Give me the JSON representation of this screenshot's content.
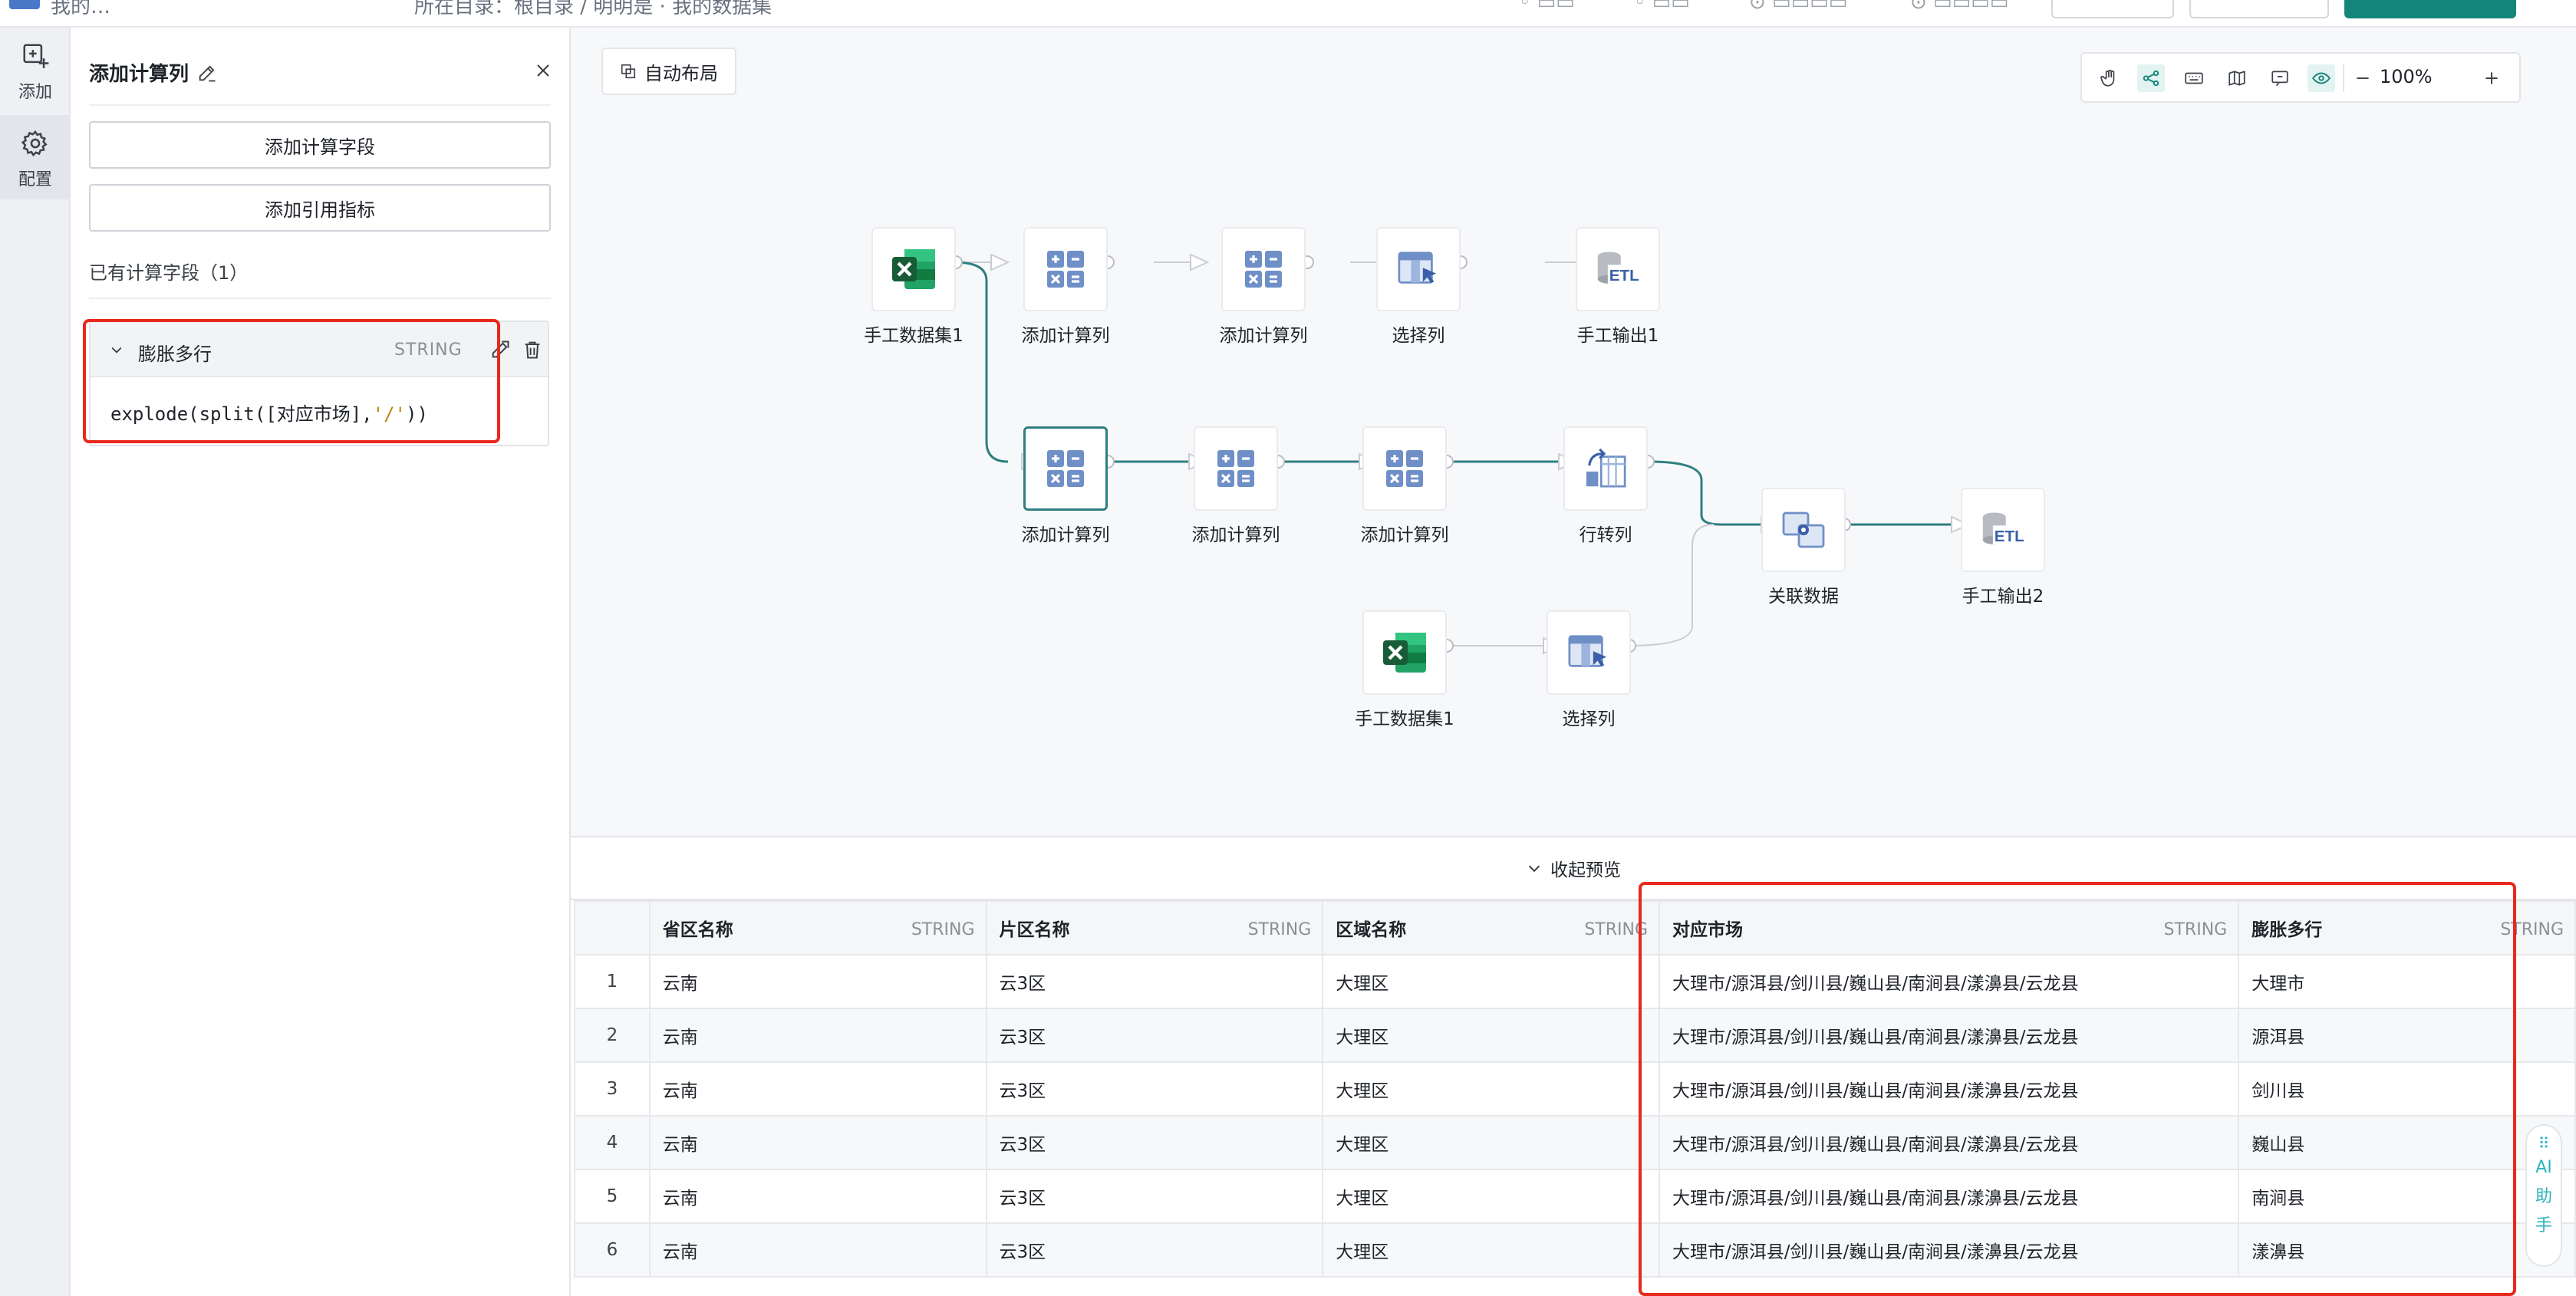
{
  "topbar": {
    "crumb1": "我的… ",
    "crumb2": "所在目录：根目录 / 明明是 · 我的数据集"
  },
  "rail": {
    "add_label": "添加",
    "config_label": "配置"
  },
  "panel": {
    "title": "添加计算列",
    "add_calc_field": "添加计算字段",
    "add_ref_metric": "添加引用指标",
    "existing_fields": "已有计算字段（1）",
    "field": {
      "name": "膨胀多行",
      "type": "STRING",
      "expr_a": "explode(split([对应市场],",
      "expr_str": "'/'",
      "expr_b": "))"
    }
  },
  "canvas": {
    "auto_layout": "自动布局",
    "zoom": "100%",
    "nodes": {
      "n1": "手工数据集1",
      "n2": "添加计算列",
      "n3": "添加计算列",
      "n4": "选择列",
      "n5": "手工输出1",
      "n6": "添加计算列",
      "n7": "添加计算列",
      "n8": "添加计算列",
      "n9": "行转列",
      "n10": "关联数据",
      "n11": "手工输出2",
      "n12": "手工数据集1",
      "n13": "选择列"
    }
  },
  "preview": {
    "collapse": "收起预览",
    "columns": [
      {
        "name": "省区名称",
        "type": "STRING"
      },
      {
        "name": "片区名称",
        "type": "STRING"
      },
      {
        "name": "区域名称",
        "type": "STRING"
      },
      {
        "name": "对应市场",
        "type": "STRING"
      },
      {
        "name": "膨胀多行",
        "type": "STRING"
      }
    ],
    "rows": [
      {
        "i": "1",
        "c1": "云南",
        "c2": "云3区",
        "c3": "大理区",
        "c4": "大理市/源洱县/剑川县/巍山县/南涧县/漾濞县/云龙县",
        "c5": "大理市"
      },
      {
        "i": "2",
        "c1": "云南",
        "c2": "云3区",
        "c3": "大理区",
        "c4": "大理市/源洱县/剑川县/巍山县/南涧县/漾濞县/云龙县",
        "c5": "源洱县"
      },
      {
        "i": "3",
        "c1": "云南",
        "c2": "云3区",
        "c3": "大理区",
        "c4": "大理市/源洱县/剑川县/巍山县/南涧县/漾濞县/云龙县",
        "c5": "剑川县"
      },
      {
        "i": "4",
        "c1": "云南",
        "c2": "云3区",
        "c3": "大理区",
        "c4": "大理市/源洱县/剑川县/巍山县/南涧县/漾濞县/云龙县",
        "c5": "巍山县"
      },
      {
        "i": "5",
        "c1": "云南",
        "c2": "云3区",
        "c3": "大理区",
        "c4": "大理市/源洱县/剑川县/巍山县/南涧县/漾濞县/云龙县",
        "c5": "南涧县"
      },
      {
        "i": "6",
        "c1": "云南",
        "c2": "云3区",
        "c3": "大理区",
        "c4": "大理市/源洱县/剑川县/巍山县/南涧县/漾濞县/云龙县",
        "c5": "漾濞县"
      }
    ]
  },
  "ai": {
    "l1": "AI",
    "l2": "助",
    "l3": "手"
  },
  "colors": {
    "accent": "#14857a",
    "highlight": "#e8281c",
    "edge_active": "#2f7f80",
    "edge_idle": "#c9ccd1"
  }
}
